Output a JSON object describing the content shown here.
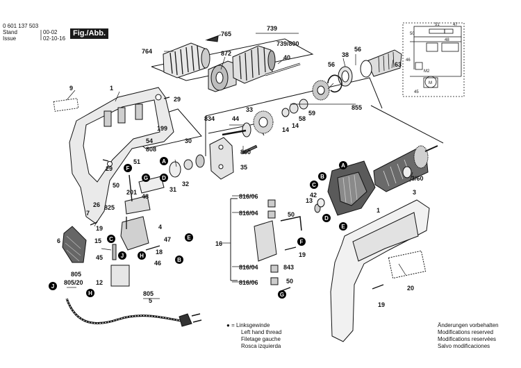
{
  "header": {
    "doc_number": "0 601 137 503",
    "stand_label": "Stand",
    "stand_value": "00-02",
    "issue_label": "Issue",
    "issue_value": "02-10-16",
    "figure_label": "Fig./Abb. 1"
  },
  "legend": {
    "bullet": "●",
    "lines": [
      "= Linksgewinde",
      "Left hand thread",
      "Filetage gauche",
      "Rosca izquierda"
    ]
  },
  "notes": [
    "Änderungen vorbehalten",
    "Modifications reserved",
    "Modifications reservées",
    "Salvo modificaciones"
  ],
  "callouts": [
    {
      "id": "c765",
      "text": "765"
    },
    {
      "id": "c764",
      "text": "764"
    },
    {
      "id": "c739",
      "text": "739"
    },
    {
      "id": "c739800",
      "text": "739/800"
    },
    {
      "id": "c872",
      "text": "872"
    },
    {
      "id": "c40",
      "text": "40"
    },
    {
      "id": "c38",
      "text": "38"
    },
    {
      "id": "c56",
      "text": "56"
    },
    {
      "id": "c56b",
      "text": "56"
    },
    {
      "id": "c63",
      "text": "63"
    },
    {
      "id": "c9",
      "text": "9"
    },
    {
      "id": "c1a",
      "text": "1"
    },
    {
      "id": "c29a",
      "text": "29"
    },
    {
      "id": "c199",
      "text": "199"
    },
    {
      "id": "c54",
      "text": "54"
    },
    {
      "id": "c808",
      "text": "808"
    },
    {
      "id": "c834",
      "text": "834"
    },
    {
      "id": "c44",
      "text": "44"
    },
    {
      "id": "c33",
      "text": "33"
    },
    {
      "id": "c14a",
      "text": "14"
    },
    {
      "id": "c14b",
      "text": "14"
    },
    {
      "id": "c58",
      "text": "58"
    },
    {
      "id": "c59",
      "text": "59"
    },
    {
      "id": "c855",
      "text": "855"
    },
    {
      "id": "c30",
      "text": "30"
    },
    {
      "id": "c29b",
      "text": "29"
    },
    {
      "id": "c51",
      "text": "51"
    },
    {
      "id": "c50a",
      "text": "50"
    },
    {
      "id": "c201",
      "text": "201"
    },
    {
      "id": "c48",
      "text": "48"
    },
    {
      "id": "c32",
      "text": "32"
    },
    {
      "id": "c31",
      "text": "31"
    },
    {
      "id": "c35",
      "text": "35"
    },
    {
      "id": "c860",
      "text": "860"
    },
    {
      "id": "c26",
      "text": "26"
    },
    {
      "id": "c825",
      "text": "825"
    },
    {
      "id": "c7",
      "text": "7"
    },
    {
      "id": "c4",
      "text": "4"
    },
    {
      "id": "c6",
      "text": "6"
    },
    {
      "id": "c19a",
      "text": "19"
    },
    {
      "id": "c15",
      "text": "15"
    },
    {
      "id": "c47",
      "text": "47"
    },
    {
      "id": "c18",
      "text": "18"
    },
    {
      "id": "c45",
      "text": "45"
    },
    {
      "id": "c46",
      "text": "46"
    },
    {
      "id": "c12",
      "text": "12"
    },
    {
      "id": "c805a",
      "text": "805"
    },
    {
      "id": "c80520",
      "text": "805/20"
    },
    {
      "id": "c805b",
      "text": "805"
    },
    {
      "id": "c5",
      "text": "5"
    },
    {
      "id": "c81606a",
      "text": "816/06"
    },
    {
      "id": "c81604a",
      "text": "816/04"
    },
    {
      "id": "c16",
      "text": "16"
    },
    {
      "id": "c81604b",
      "text": "816/04"
    },
    {
      "id": "c81606b",
      "text": "816/06"
    },
    {
      "id": "c50b",
      "text": "50"
    },
    {
      "id": "c843",
      "text": "843"
    },
    {
      "id": "c50c",
      "text": "50"
    },
    {
      "id": "c19b",
      "text": "19"
    },
    {
      "id": "c42",
      "text": "42"
    },
    {
      "id": "c13",
      "text": "13"
    },
    {
      "id": "c3",
      "text": "3"
    },
    {
      "id": "c360",
      "text": "3/60"
    },
    {
      "id": "c1b",
      "text": "1"
    },
    {
      "id": "c20",
      "text": "20"
    },
    {
      "id": "c19c",
      "text": "19"
    },
    {
      "id": "s51",
      "text": "51"
    },
    {
      "id": "s47",
      "text": "47"
    },
    {
      "id": "s50",
      "text": "50"
    },
    {
      "id": "s48",
      "text": "48"
    },
    {
      "id": "s46",
      "text": "46"
    },
    {
      "id": "sM2",
      "text": "M2"
    },
    {
      "id": "sM",
      "text": "M"
    },
    {
      "id": "s45",
      "text": "45"
    }
  ],
  "markers": [
    {
      "id": "mA1",
      "text": "A"
    },
    {
      "id": "mF1",
      "text": "F"
    },
    {
      "id": "mG1",
      "text": "G"
    },
    {
      "id": "mD1",
      "text": "D"
    },
    {
      "id": "mE1",
      "text": "E"
    },
    {
      "id": "mC1",
      "text": "C"
    },
    {
      "id": "mJ1",
      "text": "J"
    },
    {
      "id": "mH1",
      "text": "H"
    },
    {
      "id": "mB1",
      "text": "B"
    },
    {
      "id": "mJ2",
      "text": "J"
    },
    {
      "id": "mH2",
      "text": "H"
    },
    {
      "id": "mB2",
      "text": "B"
    },
    {
      "id": "mC2",
      "text": "C"
    },
    {
      "id": "mA2",
      "text": "A"
    },
    {
      "id": "mD2",
      "text": "D"
    },
    {
      "id": "mE2",
      "text": "E"
    },
    {
      "id": "mF2",
      "text": "F"
    },
    {
      "id": "mG2",
      "text": "G"
    }
  ]
}
